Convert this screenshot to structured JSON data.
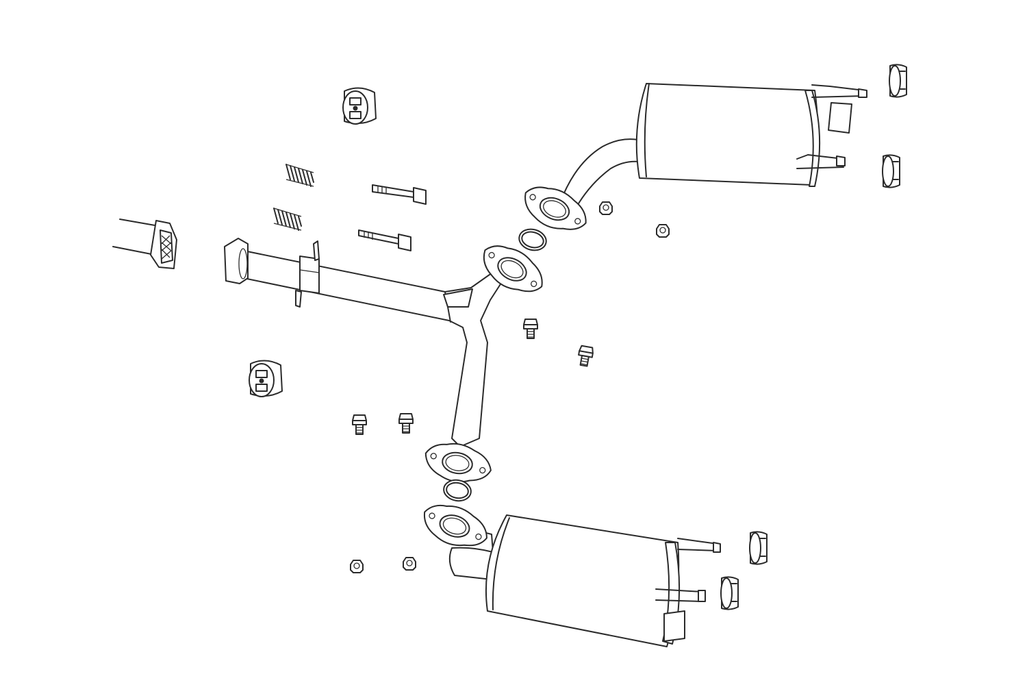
{
  "diagram": {
    "type": "exploded-parts-diagram",
    "subject": "exhaust-system",
    "colors": {
      "line": "#2a2a2a",
      "background": "#ffffff"
    },
    "parts": [
      "front-pipe-stub",
      "front-y-pipe",
      "upper-muffler",
      "lower-muffler",
      "rubber-hanger",
      "spring",
      "stud-bolt",
      "flange-bolt",
      "nut",
      "gasket"
    ]
  }
}
